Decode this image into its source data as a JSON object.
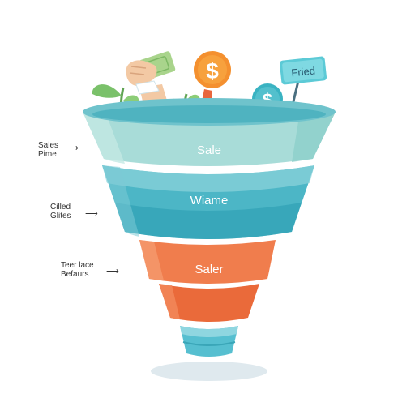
{
  "side_labels": [
    {
      "line1": "Sales",
      "line2": "Pime"
    },
    {
      "line1": "Cilled",
      "line2": "Glites"
    },
    {
      "line1": "Teer lace",
      "line2": "Befaurs"
    }
  ],
  "stages": [
    {
      "label": "Sale"
    },
    {
      "label": "Wiame"
    },
    {
      "label": "Saler"
    }
  ],
  "sign": {
    "label": "Fried"
  },
  "icons": {
    "coin_symbol": "$"
  },
  "colors": {
    "stage_1": "#a8dcd8",
    "stage_2": "#4cb6c6",
    "stage_3": "#f07d4d",
    "tip": "#56bfd0",
    "coin_orange": "#f4902f",
    "coin_teal": "#3ab3c2",
    "leaf": "#7ac16a",
    "note_green": "#a9d48c"
  }
}
